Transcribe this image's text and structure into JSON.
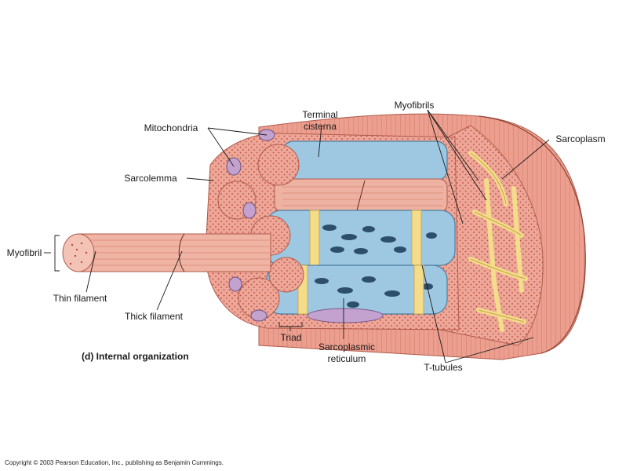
{
  "labels": {
    "terminal_cisterna": [
      "Terminal",
      "cisterna"
    ],
    "myofibrils": "Myofibrils",
    "mitochondria": "Mitochondria",
    "sarcoplasm": "Sarcoplasm",
    "sarcolemma": "Sarcolemma",
    "myofibril": "Myofibril",
    "thin_filament": "Thin filament",
    "thick_filament": "Thick filament",
    "triad": "Triad",
    "sarcoplasmic_reticulum": [
      "Sarcoplasmic",
      "reticulum"
    ],
    "t_tubules": "T-tubules"
  },
  "caption": "(d) Internal organization",
  "copyright": "Copyright © 2003 Pearson Education, Inc., publishing as Benjamin Cummings.",
  "colors": {
    "muscle": "#e9a394",
    "muscle_dark": "#d98575",
    "reticulum": "#9ec8e2",
    "reticulum_dark": "#5f95ba",
    "tubule": "#f3dc8a",
    "mitochondria": "#c3a2cf",
    "line": "#1a1a1a"
  }
}
